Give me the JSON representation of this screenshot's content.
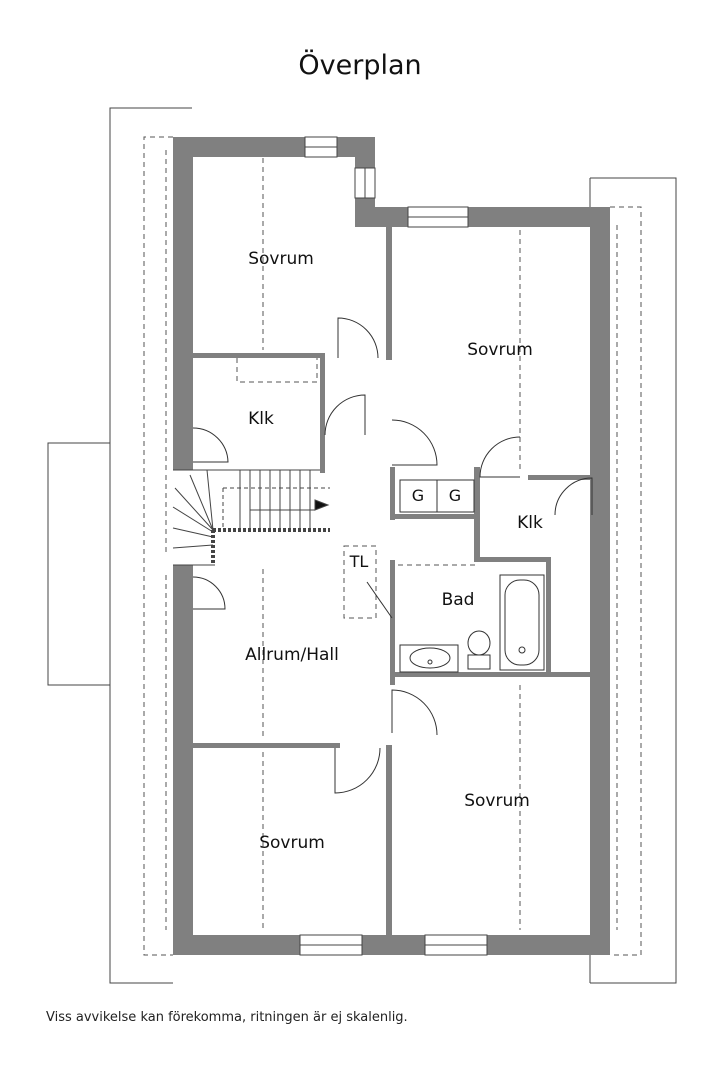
{
  "plan": {
    "title": "Överplan",
    "disclaimer": "Viss avvikelse kan förekomma, ritningen är ej skalenlig.",
    "rooms": {
      "sovrum_nw": "Sovrum",
      "sovrum_ne": "Sovrum",
      "sovrum_sw": "Sovrum",
      "sovrum_se": "Sovrum",
      "klk_w": "Klk",
      "klk_e": "Klk",
      "allrum": "Allrum/Hall",
      "bad": "Bad",
      "tl": "TL",
      "g1": "G",
      "g2": "G"
    },
    "colors": {
      "wall": "#808080",
      "line": "#333333",
      "background": "#ffffff"
    }
  }
}
